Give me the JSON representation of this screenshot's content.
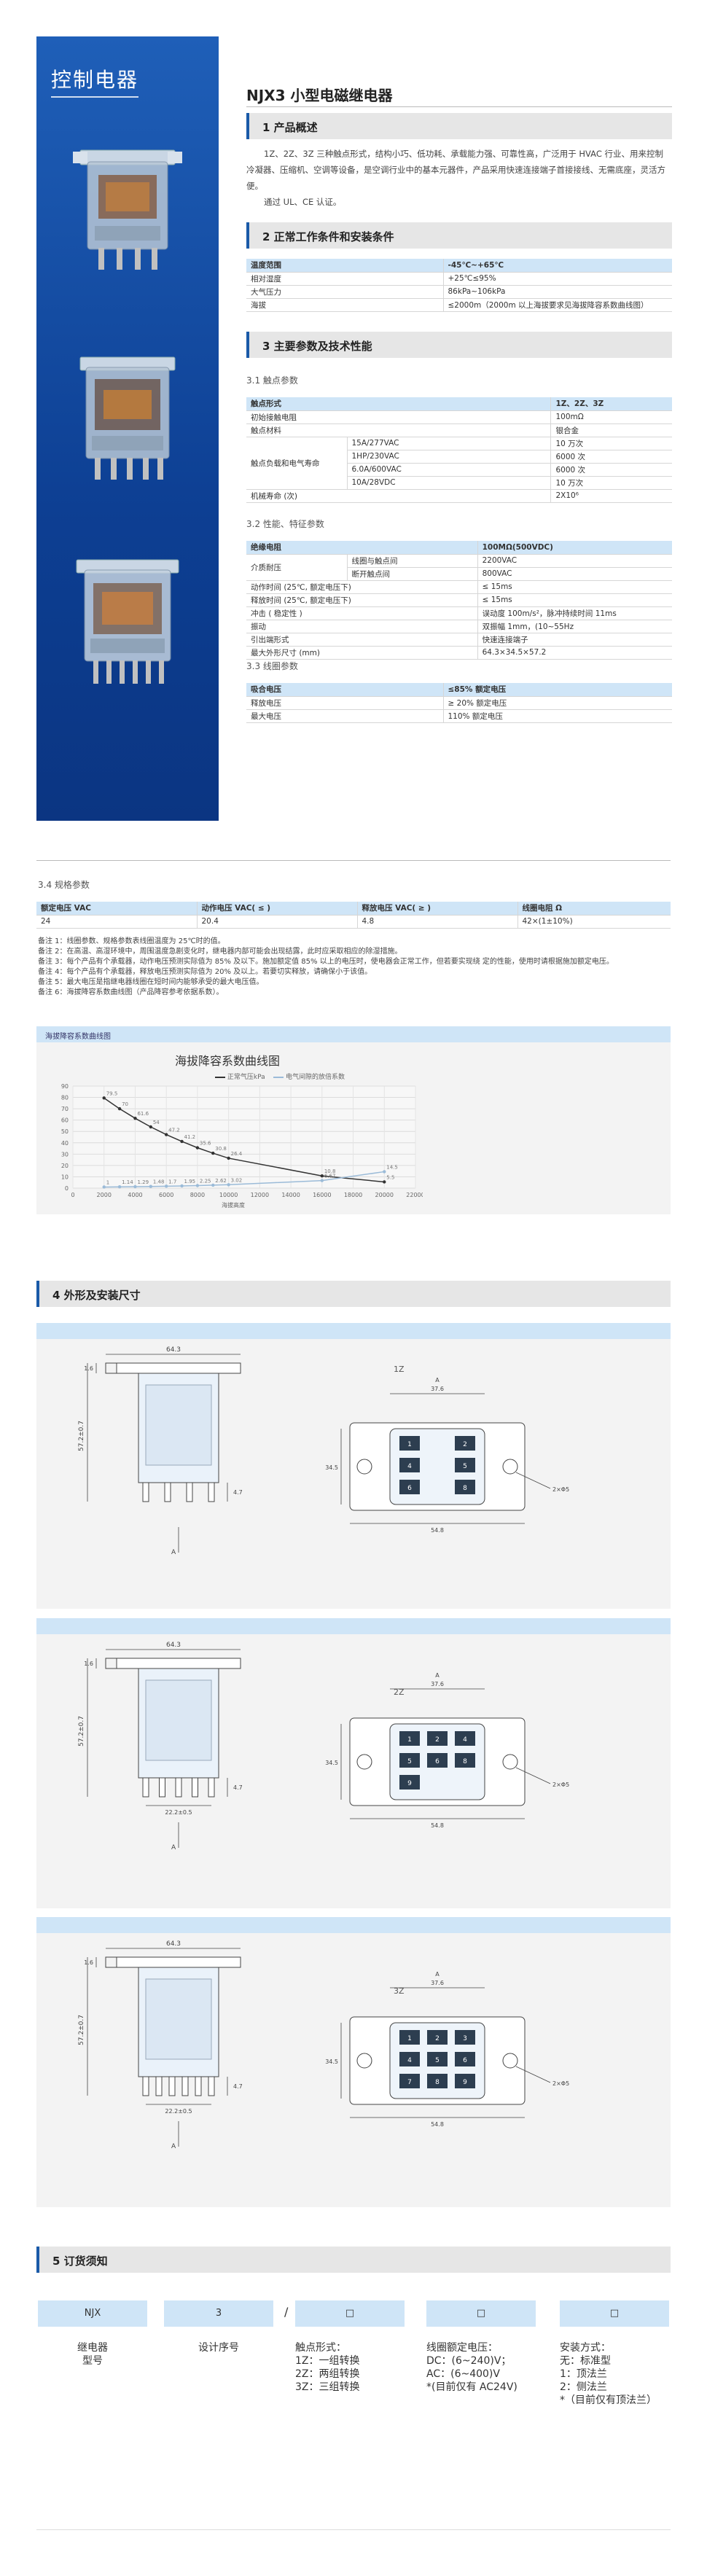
{
  "sidebar": {
    "title": "控制电器"
  },
  "header": {
    "title": "NJX3 小型电磁继电器"
  },
  "sections": {
    "s1": "1 产品概述",
    "s2": "2 正常工作条件和安装条件",
    "s3": "3 主要参数及技术性能",
    "s4": "4 外形及安装尺寸",
    "s5": "5 订货须知"
  },
  "overview": {
    "p1": "1Z、2Z、3Z 三种触点形式，结构小巧、低功耗、承载能力强、可靠性高，广泛用于 HVAC 行业、用来控制冷凝器、压缩机、空调等设备，是空调行业中的基本元器件，产品采用快速连接端子首接接线、无需底座，灵活方便。",
    "p2": "通过 UL、CE 认证。"
  },
  "conditions": {
    "header": [
      "温度范围",
      "-45℃~+65℃"
    ],
    "rows": [
      [
        "相对湿度",
        "+25℃≤95%"
      ],
      [
        "大气压力",
        "86kPa~106kPa"
      ],
      [
        "海拔",
        "≤2000m（2000m 以上海拔要求见海拔降容系数曲线图）"
      ]
    ]
  },
  "sub": {
    "s31": "3.1 触点参数",
    "s32": "3.2 性能、特征参数",
    "s33": "3.3 线圈参数",
    "s34": "3.4 规格参数"
  },
  "contact": {
    "header": [
      "触点形式",
      "1Z、2Z、3Z"
    ],
    "r1": [
      "初始接触电阻",
      "100mΩ"
    ],
    "r2": [
      "触点材料",
      "银合金"
    ],
    "life_label": "触点负载和电气寿命",
    "life": [
      [
        "15A/277VAC",
        "10 万次"
      ],
      [
        "1HP/230VAC",
        "6000 次"
      ],
      [
        "6.0A/600VAC",
        "6000 次"
      ],
      [
        "10A/28VDC",
        "10 万次"
      ]
    ],
    "mech": [
      "机械寿命 (次)",
      "2X10⁶"
    ]
  },
  "perf": {
    "header": [
      "绝缘电阻",
      "100MΩ(500VDC)"
    ],
    "dielectric_label": "介质耐压",
    "dielectric": [
      [
        "线圈与触点间",
        "2200VAC"
      ],
      [
        "断开触点间",
        "800VAC"
      ]
    ],
    "rows": [
      [
        "动作时间 (25℃, 额定电压下)",
        "≤ 15ms"
      ],
      [
        "释放时间 (25℃, 额定电压下)",
        "≤ 15ms"
      ],
      [
        "冲击 ( 稳定性 )",
        "误动度 100m/s²，脉冲持续时间 11ms"
      ],
      [
        "振动",
        "双振幅 1mm，(10~55Hz"
      ],
      [
        "引出端形式",
        "快速连接端子"
      ],
      [
        "最大外形尺寸 (mm)",
        "64.3×34.5×57.2"
      ]
    ]
  },
  "coil": {
    "header": [
      "吸合电压",
      "≤85% 额定电压"
    ],
    "rows": [
      [
        "释放电压",
        "≥ 20% 额定电压"
      ],
      [
        "最大电压",
        "110% 额定电压"
      ]
    ]
  },
  "spec": {
    "header": [
      "额定电压 VAC",
      "动作电压 VAC( ≤ )",
      "释放电压 VAC( ≥ )",
      "线圈电阻 Ω"
    ],
    "row": [
      "24",
      "20.4",
      "4.8",
      "42×(1±10%)"
    ]
  },
  "notes": [
    "备注 1：线圈参数、规格参数表线圈温度为 25℃时的值。",
    "备注 2：在高温、高湿环境中，周围温度急剧变化时，继电器内部可能会出现结露，此时应采取相应的除湿措施。",
    "备注 3：每个产品有个承载器，动作电压预测实际值为 85% 及以下。施加额定值 85% 以上的电压时，使电器会正常工作，但若要实现绕                          定的性能，使用时请根据施加额定电压。",
    "备注 4：每个产品有个承载器，释放电压预测实际值为 20% 及以上。若要切实释放，请确保小于该值。",
    "备注 5：最大电压是指继电器线圈在短时间内能够承受的最大电压值。",
    "备注 6：海拔降容系数曲线图（产品降容参考依据系数）。"
  ],
  "derating_panel": {
    "label": "海拔降容系数曲线图"
  },
  "chart_data": {
    "type": "line",
    "title": "海拔降容系数曲线图",
    "xlabel": "海拔高度",
    "ylabel": "",
    "xlim": [
      0,
      22000
    ],
    "ylim": [
      0,
      90
    ],
    "xticks": [
      0,
      2000,
      4000,
      6000,
      8000,
      10000,
      12000,
      14000,
      16000,
      18000,
      20000,
      22000
    ],
    "yticks": [
      0,
      10,
      20,
      30,
      40,
      50,
      60,
      70,
      80,
      90
    ],
    "series": [
      {
        "name": "正常气压kPa",
        "color": "#333333",
        "x": [
          2000,
          3000,
          4000,
          5000,
          6000,
          7000,
          8000,
          9000,
          10000,
          16000,
          20000
        ],
        "y": [
          79.5,
          70,
          61.6,
          54,
          47.2,
          41.2,
          35.6,
          30.8,
          26.4,
          10.8,
          5.5
        ],
        "labels": [
          "79.5",
          "70",
          "61.6",
          "54",
          "47.2",
          "41.2",
          "35.6",
          "30.8",
          "26.4",
          "10.8",
          "5.5"
        ]
      },
      {
        "name": "电气间隙的放倍系数",
        "color": "#9bbbd8",
        "x": [
          2000,
          3000,
          4000,
          5000,
          6000,
          7000,
          8000,
          9000,
          10000,
          16000,
          20000
        ],
        "y": [
          1,
          1.14,
          1.29,
          1.48,
          1.7,
          1.95,
          2.25,
          2.62,
          3.02,
          6.67,
          14.5
        ],
        "labels": [
          "1",
          "1.14",
          "1.29",
          "1.48",
          "1.7",
          "1.95",
          "2.25",
          "2.62",
          "3.02",
          "6.67",
          "14.5"
        ]
      }
    ]
  },
  "drawings": {
    "d1": {
      "title": "1Z"
    },
    "d2": {
      "title": "2Z"
    },
    "d3": {
      "title": "3Z"
    },
    "dims": {
      "width": "64.3",
      "height": "57.2±0.7",
      "side": "1.6",
      "pitch": "22.2±0.5",
      "pin": "4.7",
      "top_w": "37.6",
      "body_w": "54.8",
      "body_h": "34.5",
      "hole": "2×Φ5",
      "view": "A"
    },
    "pins_1z": [
      "1",
      "2",
      "4",
      "5",
      "6",
      "8"
    ],
    "pins_2z": [
      "1",
      "2",
      "4",
      "5",
      "6",
      "8",
      "9"
    ],
    "pins_3z": [
      "1",
      "2",
      "3",
      "4",
      "5",
      "6",
      "7",
      "8",
      "9"
    ]
  },
  "order": {
    "codes": [
      "NJX",
      "3",
      "□",
      "□",
      "□"
    ],
    "slash": "/",
    "descs": [
      [
        "继电器",
        "型号"
      ],
      [
        "设计序号"
      ],
      [
        "触点形式：",
        "1Z：一组转换",
        "2Z：两组转换",
        "3Z：三组转换"
      ],
      [
        "线圈额定电压：",
        "DC：(6~240)V；",
        "AC：(6~400)V",
        "*(目前仅有 AC24V)"
      ],
      [
        "安装方式：",
        "无：标准型",
        "1：顶法兰",
        "2：侧法兰",
        "*（目前仅有顶法兰）"
      ]
    ]
  }
}
